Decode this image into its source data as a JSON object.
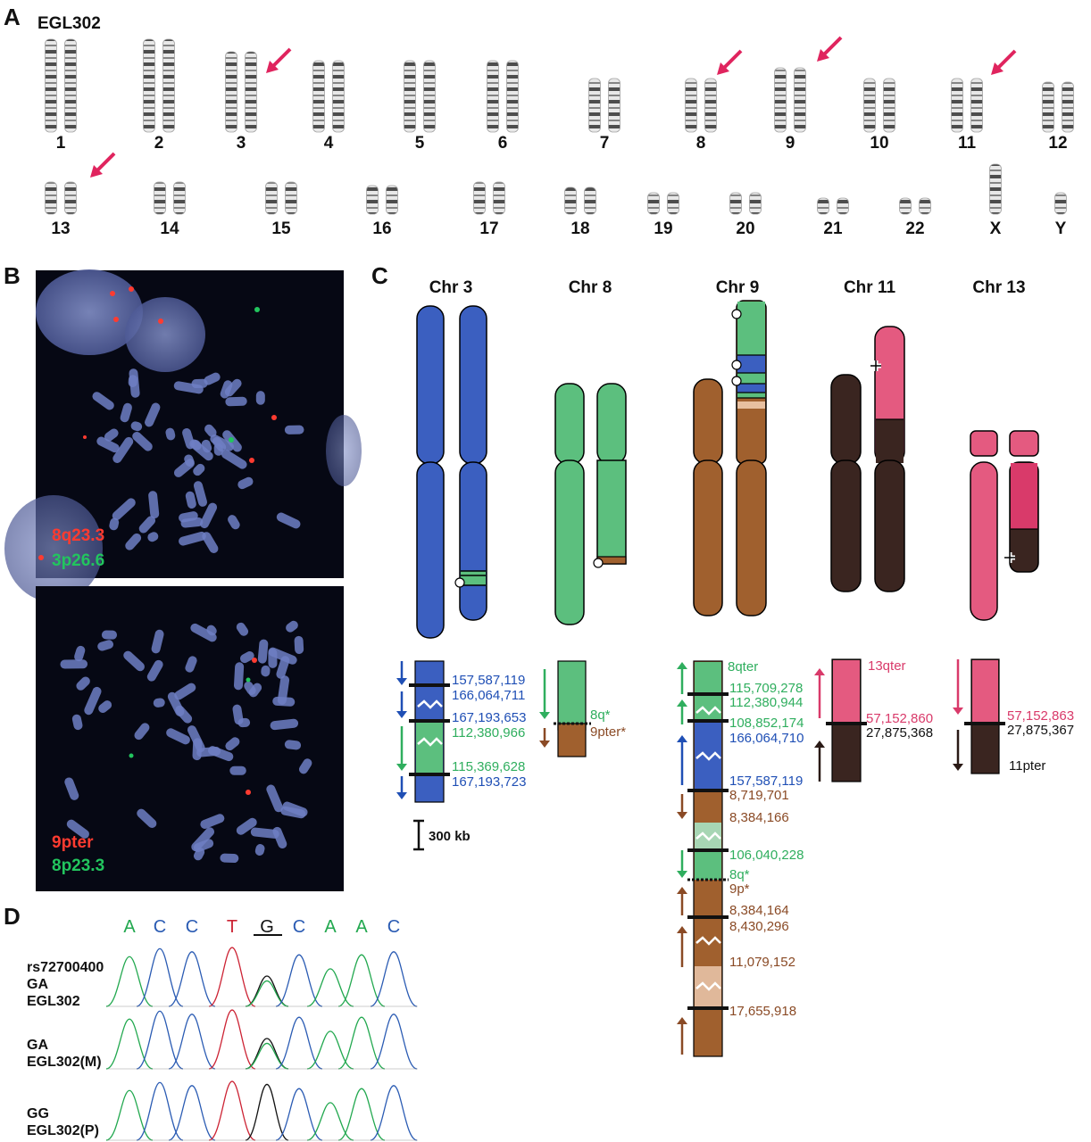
{
  "panels": {
    "a": "A",
    "b": "B",
    "c": "C",
    "d": "D"
  },
  "karyotype": {
    "sample": "EGL302",
    "row1": [
      "1",
      "2",
      "3",
      "4",
      "5",
      "6",
      "7",
      "8",
      "9",
      "10",
      "11",
      "12"
    ],
    "row2": [
      "13",
      "14",
      "15",
      "16",
      "17",
      "18",
      "19",
      "20",
      "21",
      "22",
      "X",
      "Y"
    ],
    "arrow_color": "#e0245e"
  },
  "fish": {
    "top": {
      "probe1": "8q23.3",
      "probe2": "3p26.6"
    },
    "bottom": {
      "probe1": "9pter",
      "probe2": "8p23.3"
    },
    "colors": {
      "red": "#ff3b30",
      "green": "#22c55e"
    }
  },
  "ideograms": {
    "titles": [
      "Chr 3",
      "Chr 8",
      "Chr 9",
      "Chr 11",
      "Chr 13"
    ],
    "colors": {
      "chr3": "#3b5fc0",
      "chr8": "#5cbf7e",
      "chr9": "#a0602e",
      "chr11": "#3a2520",
      "chr13": "#e45a80",
      "chr13_dark": "#d93a6a"
    }
  },
  "breakpoints": {
    "chr3": [
      "157,587,119",
      "166,064,711",
      "167,193,653",
      "112,380,966",
      "115,369,628",
      "167,193,723"
    ],
    "chr8": [
      "8q*",
      "9pter*"
    ],
    "chr9": [
      "8qter",
      "115,709,278",
      "112,380,944",
      "108,852,174",
      "166,064,710",
      "157,587,119",
      "8,719,701",
      "8,384,166",
      "106,040,228",
      "8q*",
      "9p*",
      "8,384,164",
      "8,430,296",
      "11,079,152",
      "17,655,918"
    ],
    "chr11": [
      "13qter",
      "57,152,860",
      "27,875,368"
    ],
    "chr13": [
      "57,152,863",
      "27,875,367",
      "11pter"
    ],
    "scale_bar": "300 kb"
  },
  "sequencing": {
    "bases": [
      "A",
      "C",
      "C",
      "T",
      "G",
      "C",
      "A",
      "A",
      "C"
    ],
    "base_colors": {
      "A": "#22a84f",
      "C": "#2a5bb3",
      "T": "#cc2233",
      "G": "#111111"
    },
    "traces": [
      {
        "line1": "rs72700400",
        "line2": "GA",
        "line3": "EGL302"
      },
      {
        "line1": "GA",
        "line2": "EGL302(M)"
      },
      {
        "line1": "GG",
        "line2": "EGL302(P)"
      }
    ]
  }
}
